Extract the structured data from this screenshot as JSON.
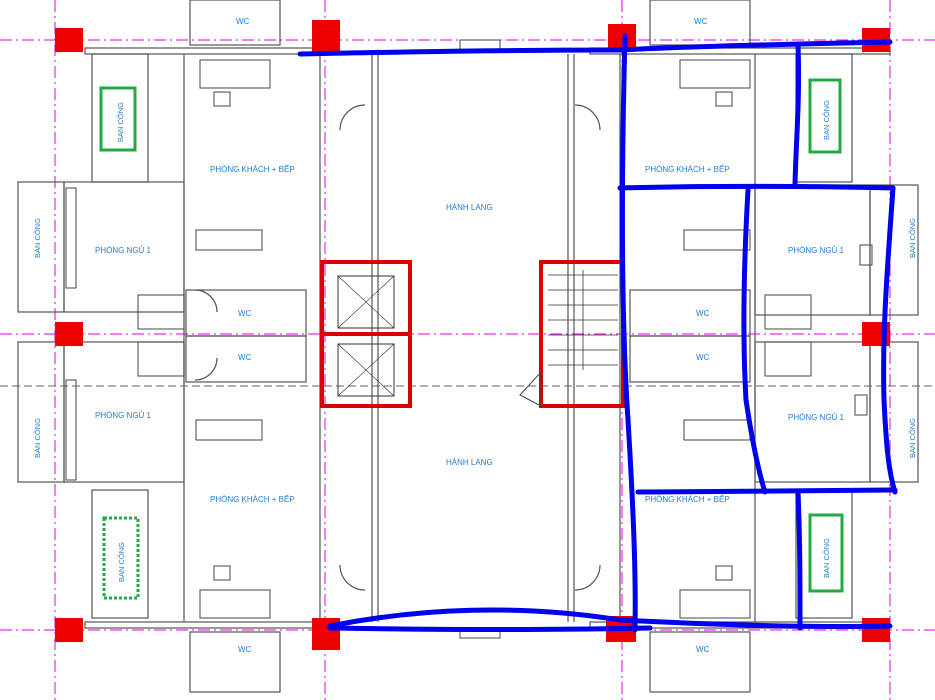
{
  "floor_plan": {
    "labels": {
      "wc": "WC",
      "phong_khach_bep": "PHÒNG KHÁCH + BẾP",
      "phong_ngu_1": "PHÒNG NGỦ 1",
      "hanh_lang": "HÀNH LANG",
      "ban_cong": "BAN CÔNG"
    },
    "colors": {
      "wall": "#555555",
      "grid_line": "#e000e0",
      "column": "#ee0000",
      "room_label": "#1e7fd6",
      "annotation_stroke": "#0000ee",
      "highlight_box": "#22aa44"
    }
  }
}
